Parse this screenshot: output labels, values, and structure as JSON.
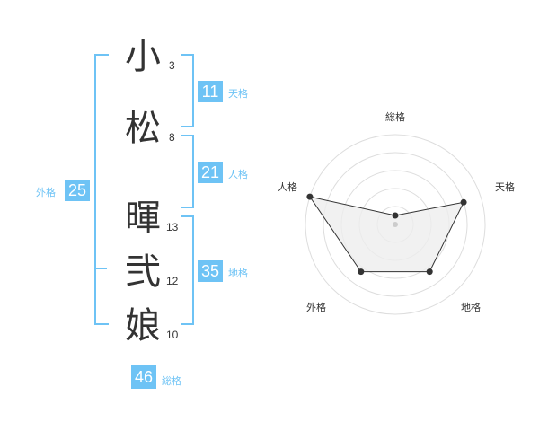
{
  "name_chars": [
    {
      "char": "小",
      "strokes": "3"
    },
    {
      "char": "松",
      "strokes": "8"
    },
    {
      "char": "暉",
      "strokes": "13"
    },
    {
      "char": "弐",
      "strokes": "12"
    },
    {
      "char": "娘",
      "strokes": "10"
    }
  ],
  "fortune": {
    "tenkaku": {
      "label": "天格",
      "value": "11"
    },
    "jinkaku": {
      "label": "人格",
      "value": "21"
    },
    "chikaku": {
      "label": "地格",
      "value": "35"
    },
    "gaikaku": {
      "label": "外格",
      "value": "25"
    },
    "soukaku": {
      "label": "総格",
      "value": "46"
    }
  },
  "colors": {
    "accent": "#6ec3f5",
    "text": "#333333",
    "grid": "#dddddd"
  },
  "chart_data": {
    "type": "radar",
    "axes": [
      "総格",
      "天格",
      "地格",
      "外格",
      "人格"
    ],
    "values": [
      0.1,
      0.8,
      0.65,
      0.65,
      1.0
    ],
    "ring_count": 5
  }
}
